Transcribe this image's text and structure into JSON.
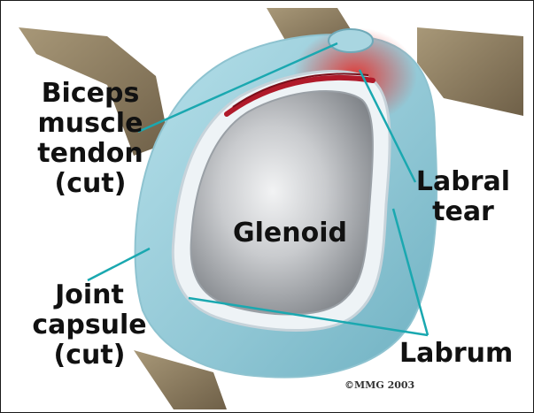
{
  "labels": {
    "biceps": [
      "Biceps",
      "muscle",
      "tendon",
      "(cut)"
    ],
    "labral_tear": [
      "Labral",
      "tear"
    ],
    "joint_capsule": [
      "Joint",
      "capsule",
      "(cut)"
    ],
    "glenoid": "Glenoid",
    "labrum": "Labrum"
  },
  "copyright": "©MMG 2003",
  "colors": {
    "bone": "#8a7a62",
    "capsule": "#9ccfdc",
    "labrum": "#e6eef2",
    "glenoid": "#b9bcc0",
    "tear": "#d0243a",
    "pointer": "#1aa8b0"
  }
}
